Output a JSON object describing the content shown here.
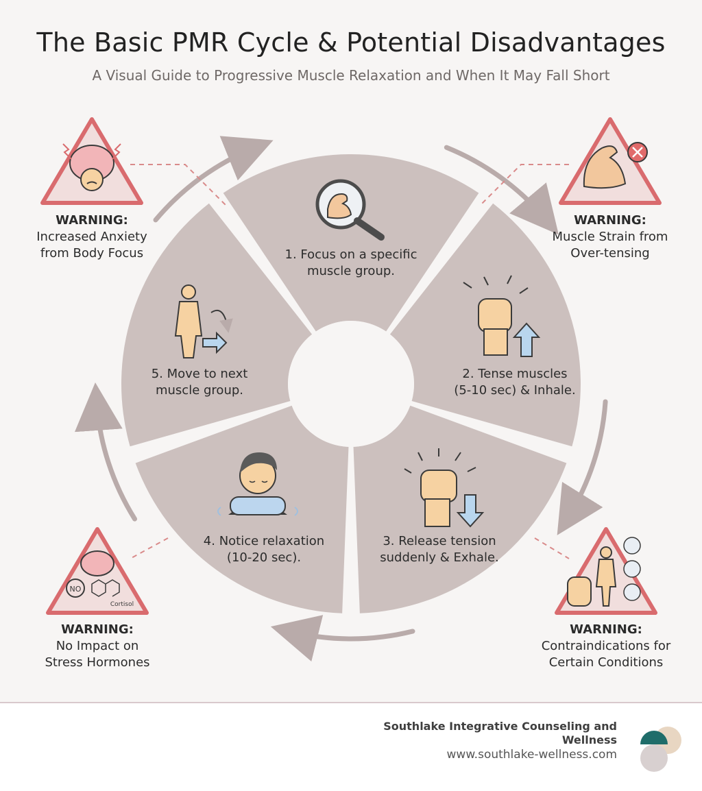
{
  "header": {
    "title": "The Basic PMR Cycle & Potential Disadvantages",
    "subtitle": "A Visual Guide to Progressive Muscle Relaxation and When It May Fall Short"
  },
  "cycle": {
    "steps": [
      {
        "line1": "1. Focus on a specific",
        "line2": "muscle group.",
        "icon": "magnifier-bicep-icon"
      },
      {
        "line1": "2. Tense muscles",
        "line2": "(5-10 sec) & Inhale.",
        "icon": "fist-up-arrow-icon"
      },
      {
        "line1": "3. Release tension",
        "line2": "suddenly & Exhale.",
        "icon": "fist-down-arrow-icon"
      },
      {
        "line1": "4. Notice relaxation",
        "line2": "(10-20 sec).",
        "icon": "relaxed-person-icon"
      },
      {
        "line1": "5. Move to next",
        "line2": "muscle group.",
        "icon": "body-arrow-icon"
      }
    ]
  },
  "warnings": [
    {
      "head": "WARNING:",
      "line1": "Increased Anxiety",
      "line2": "from Body Focus",
      "icon": "anxious-brain-icon"
    },
    {
      "head": "WARNING:",
      "line1": "Muscle Strain from",
      "line2": "Over-tensing",
      "icon": "strained-bicep-icon"
    },
    {
      "head": "WARNING:",
      "line1": "Contraindications for",
      "line2": "Certain Conditions",
      "icon": "stop-hand-body-icon"
    },
    {
      "head": "WARNING:",
      "line1": "No Impact on",
      "line2": "Stress Hormones",
      "icon": "brain-cortisol-icon",
      "icon_text_no": "NO",
      "icon_text_cortisol": "Cortisol"
    }
  ],
  "footer": {
    "org": "Southlake Integrative Counseling and Wellness",
    "url": "www.southlake-wellness.com"
  },
  "colors": {
    "segment": "#ccc0be",
    "segment_dark": "#b8a8a6",
    "arrow": "#b9abaa",
    "warning_fill": "#f1dedd",
    "warning_stroke": "#d96b6e",
    "logo_teal": "#1f6d6a",
    "logo_beige": "#e8d6c2",
    "logo_gray": "#d8d0d0"
  }
}
